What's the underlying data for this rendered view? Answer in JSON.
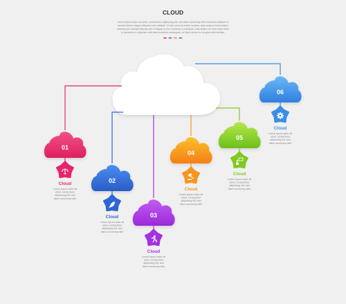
{
  "header": {
    "title": "CLOUD",
    "desc_lines": [
      "Lorem ipsum dolor sit amet, consectetur adipiscing elit, sed diam nonummy nibh euismod tincidunt ut",
      "laoreet dolore magna aliquam erat volutpat. Ut wisi enim ad minim veniam, quis nostrud exerci tation",
      "ullamcorper suscipit lobortis nisl ut aliquip ex ea commodo consequat. Duis autem vel eum iriure dolor",
      "in hendrerit in vulputate velit esse molestie consequat, vel illum dolore eu feugiat nulla facilisis."
    ],
    "dash_colors": [
      "#e6356b",
      "#3b7de0",
      "#f2a31b",
      "#3b7de0"
    ]
  },
  "steps": [
    {
      "num": "01",
      "label": "Cloud",
      "icon": "balance-scale-icon",
      "color": "#e6256a",
      "color2": "#f05a8a",
      "text": [
        "Lorem ipsum dolor sit",
        "amet, consectetur",
        "adipiscing elit, sed",
        "diam nonummy nibh"
      ]
    },
    {
      "num": "02",
      "label": "Cloud",
      "icon": "rocket-icon",
      "color": "#2e66d6",
      "color2": "#4a8df0",
      "text": [
        "Lorem ipsum dolor sit",
        "amet, consectetur",
        "adipiscing elit, sed",
        "diam nonummy nibh"
      ]
    },
    {
      "num": "03",
      "label": "Cloud",
      "icon": "runner-icon",
      "color": "#a333e0",
      "color2": "#c25af0",
      "text": [
        "Lorem ipsum dolor sit",
        "amet, consectetur",
        "adipiscing elit, sed",
        "diam nonummy nibh"
      ]
    },
    {
      "num": "04",
      "label": "Cloud",
      "icon": "gavel-icon",
      "color": "#f7951e",
      "color2": "#fbc02d",
      "text": [
        "Lorem ipsum dolor sit",
        "amet, consectetur",
        "adipiscing elit, sed",
        "diam nonummy nibh"
      ]
    },
    {
      "num": "05",
      "label": "Cloud",
      "icon": "presenter-icon",
      "color": "#7fca1e",
      "color2": "#a8e03a",
      "text": [
        "Lorem ipsum dolor sit",
        "amet, consectetur",
        "adipiscing elit, sed",
        "diam nonummy nibh"
      ]
    },
    {
      "num": "06",
      "label": "Cloud",
      "icon": "gear-icon",
      "color": "#3a8ee6",
      "color2": "#62b0f5",
      "text": [
        "Lorem ipsum dolor sit",
        "amet, consectetur",
        "adipiscing elit, sed",
        "diam nonummy nibh"
      ]
    }
  ]
}
